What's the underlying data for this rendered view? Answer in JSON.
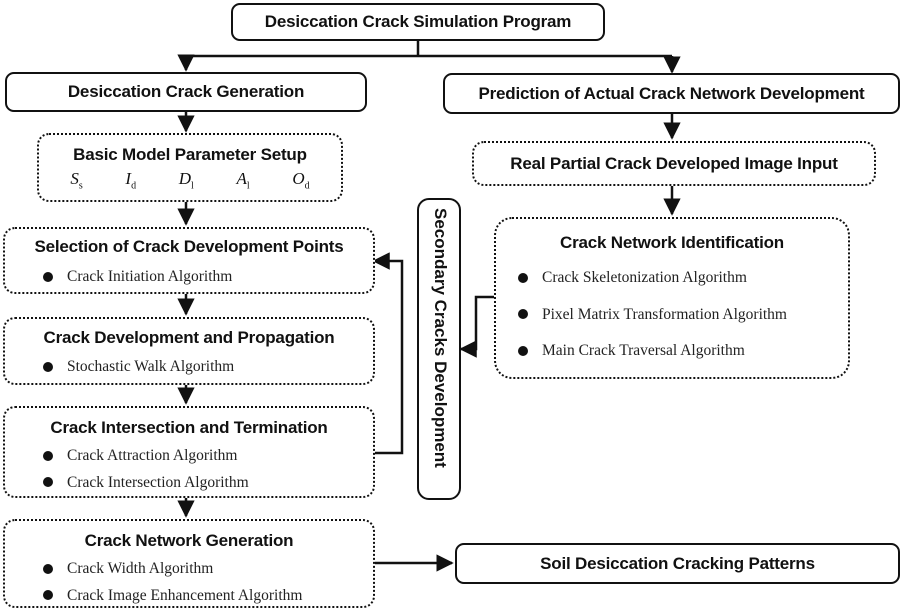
{
  "root": {
    "title": "Desiccation Crack Simulation Program"
  },
  "left_branch": {
    "title": "Desiccation Crack Generation"
  },
  "right_branch": {
    "title": "Prediction of Actual Crack Network Development"
  },
  "parameter_setup": {
    "title": "Basic Model Parameter Setup",
    "params": [
      {
        "symbol": "S",
        "sub": "s"
      },
      {
        "symbol": "I",
        "sub": "d"
      },
      {
        "symbol": "D",
        "sub": "l"
      },
      {
        "symbol": "A",
        "sub": "l"
      },
      {
        "symbol": "O",
        "sub": "d"
      }
    ]
  },
  "development_points": {
    "title": "Selection of Crack Development Points",
    "items": [
      "Crack Initiation Algorithm"
    ]
  },
  "propagation": {
    "title": "Crack Development and Propagation",
    "items": [
      "Stochastic Walk Algorithm"
    ]
  },
  "intersection": {
    "title": "Crack Intersection and Termination",
    "items": [
      "Crack Attraction Algorithm",
      "Crack Intersection Algorithm"
    ]
  },
  "network_generation": {
    "title": "Crack Network Generation",
    "items": [
      "Crack Width Algorithm",
      "Crack Image Enhancement Algorithm"
    ]
  },
  "image_input": {
    "title": "Real Partial Crack Developed Image Input"
  },
  "network_identification": {
    "title": "Crack Network Identification",
    "items": [
      "Crack Skeletonization Algorithm",
      "Pixel Matrix Transformation Algorithm",
      "Main Crack Traversal Algorithm"
    ]
  },
  "secondary": {
    "title": "Secondary Cracks Development"
  },
  "output": {
    "title": "Soil Desiccation Cracking Patterns"
  }
}
